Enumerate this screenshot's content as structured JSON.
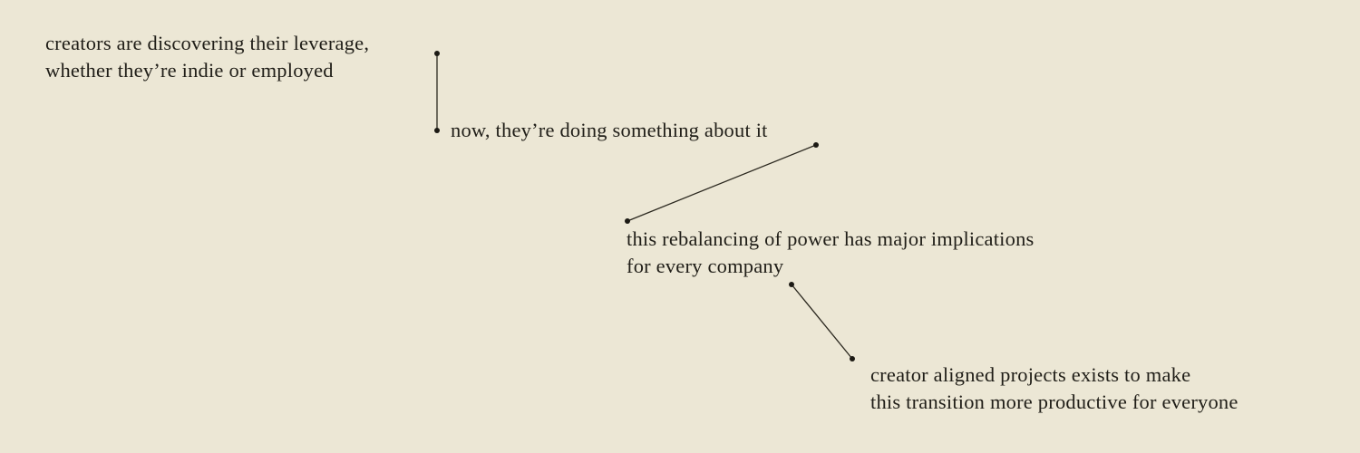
{
  "canvas": {
    "background_color": "#ece7d5",
    "text_color": "#201e18",
    "line_color": "#2b281f"
  },
  "statements": {
    "leverage": {
      "line1": "creators are discovering their leverage,",
      "line2": "whether they’re indie or employed"
    },
    "action": {
      "line1": "now, they’re doing something about it"
    },
    "rebalancing": {
      "line1": "this rebalancing of power has major implications",
      "line2": "for every company"
    },
    "mission": {
      "line1": "creator aligned projects exists to make",
      "line2": "this transition more productive for everyone"
    }
  }
}
